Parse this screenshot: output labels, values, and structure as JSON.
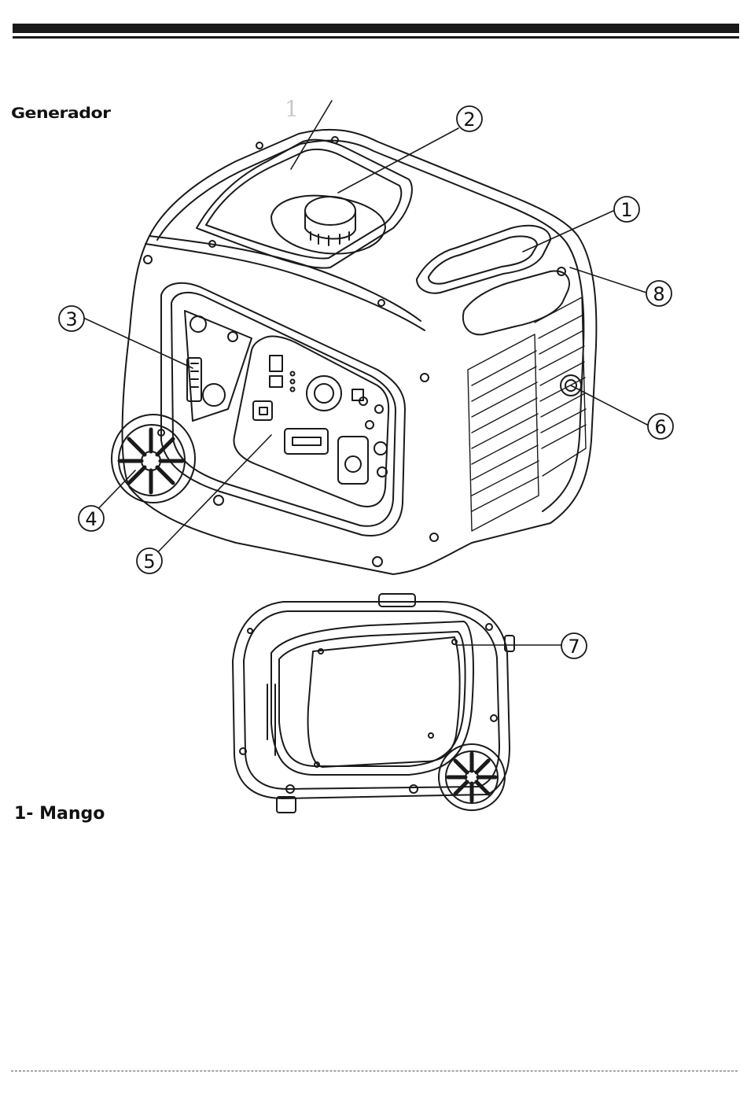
{
  "section_title": "Generador",
  "ghost_label": "1",
  "callouts": [
    {
      "id": "1",
      "label": "1"
    },
    {
      "id": "2",
      "label": "2"
    },
    {
      "id": "3",
      "label": "3"
    },
    {
      "id": "4",
      "label": "4"
    },
    {
      "id": "5",
      "label": "5"
    },
    {
      "id": "6",
      "label": "6"
    },
    {
      "id": "7",
      "label": "7"
    },
    {
      "id": "8",
      "label": "8"
    }
  ],
  "caption": "1- Mango"
}
